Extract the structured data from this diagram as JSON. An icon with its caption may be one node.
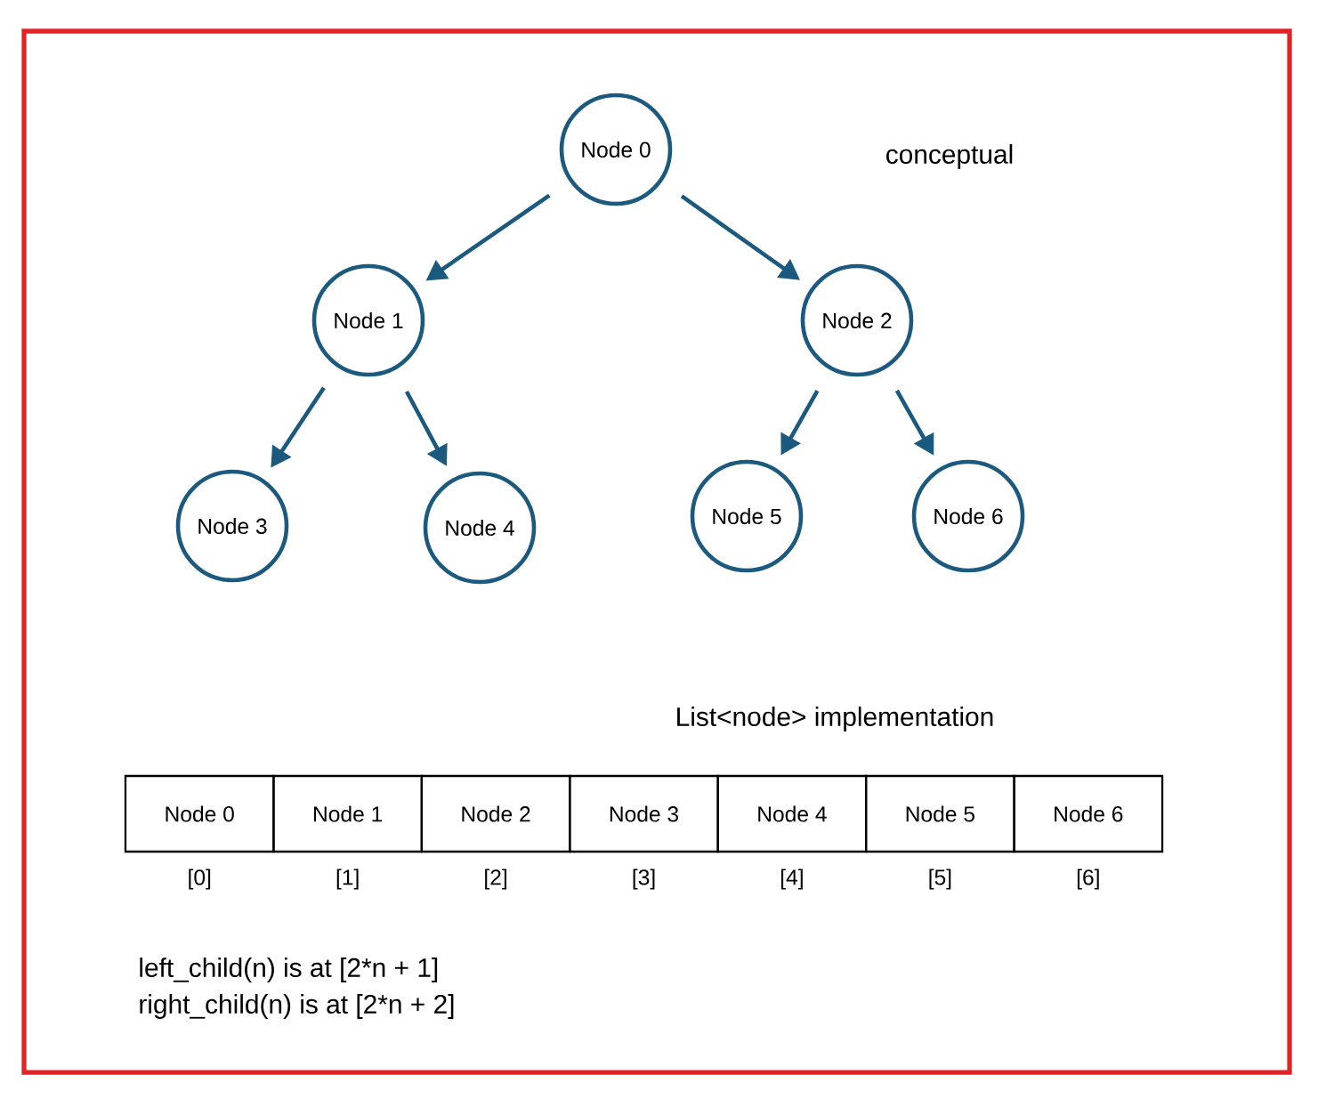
{
  "diagram": {
    "nodes": [
      {
        "text": [
          "Node 0"
        ]
      },
      {
        "text": [
          "Node 1"
        ]
      },
      {
        "text": [
          "Node 2"
        ]
      },
      {
        "text": [
          "Node 3"
        ]
      },
      {
        "text": [
          "Node 4"
        ]
      },
      {
        "text": [
          "Node 5"
        ]
      },
      {
        "text": [
          "Node 6"
        ]
      },
      {
        "text": [
          "Node 0"
        ],
        "beside": [
          "[0]"
        ]
      },
      {
        "text": [
          "Node 1"
        ],
        "beside": [
          "[1]"
        ]
      },
      {
        "text": [
          "Node 2"
        ],
        "beside": [
          "[2]"
        ]
      },
      {
        "text": [
          "Node 3"
        ],
        "beside": [
          "[3]"
        ]
      },
      {
        "text": [
          "Node 4"
        ],
        "beside": [
          "[4]"
        ]
      },
      {
        "text": [
          "Node 5"
        ],
        "beside": [
          "[5]"
        ]
      },
      {
        "text": [
          "Node 6"
        ],
        "beside": [
          "[6]"
        ]
      }
    ],
    "edges": [
      {
        "from": 0,
        "to": 1,
        "arrow": "to"
      },
      {
        "from": 0,
        "to": 2,
        "arrow": "to"
      },
      {
        "from": 1,
        "to": 3,
        "arrow": "to"
      },
      {
        "from": 1,
        "to": 4,
        "arrow": "to"
      },
      {
        "from": 2,
        "to": 5,
        "arrow": "to"
      },
      {
        "from": 2,
        "to": 6,
        "arrow": "to"
      }
    ],
    "labels": [
      "conceptual",
      "List<node> implementation",
      "left_child(n) is at [2*n + 1]",
      "right_child(n) is at [2*n + 2]"
    ]
  }
}
